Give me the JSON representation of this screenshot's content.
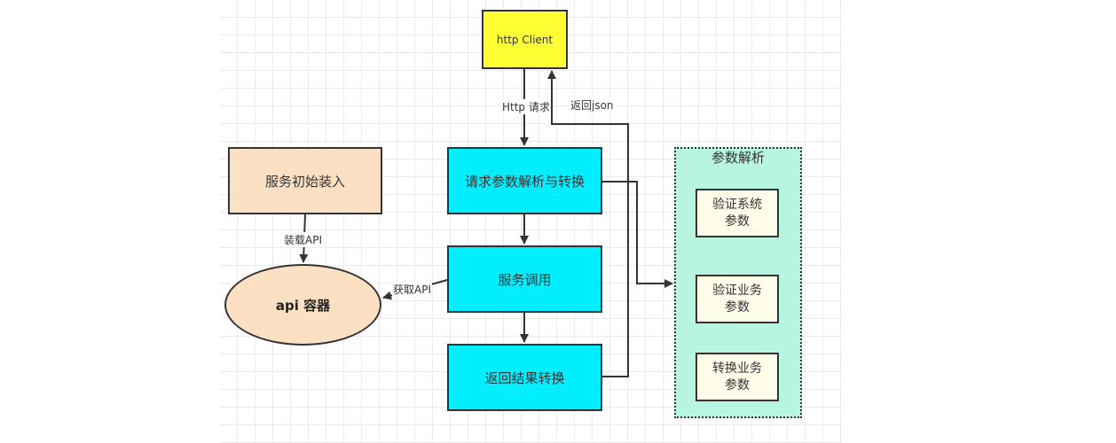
{
  "nodes": {
    "http_client": "http Client",
    "request_parse": "请求参数解析与转换",
    "service_call": "服务调用",
    "return_convert": "返回结果转换",
    "service_init": "服务初始装入",
    "api_container": "api 容器"
  },
  "group": {
    "title": "参数解析",
    "items": [
      {
        "line1": "验证系统",
        "line2": "参数"
      },
      {
        "line1": "验证业务",
        "line2": "参数"
      },
      {
        "line1": "转换业务",
        "line2": "参数"
      }
    ]
  },
  "edge_labels": {
    "http_request": "Http 请求",
    "return_json": "返回json",
    "load_api": "装载API",
    "get_api": "获取API"
  },
  "colors": {
    "client_fill": "#ffff33",
    "process_fill": "#00eeff",
    "init_fill": "#fce0c4",
    "group_fill": "#b8f5e0",
    "sub_fill": "#fdfde9",
    "stroke": "#333333"
  }
}
